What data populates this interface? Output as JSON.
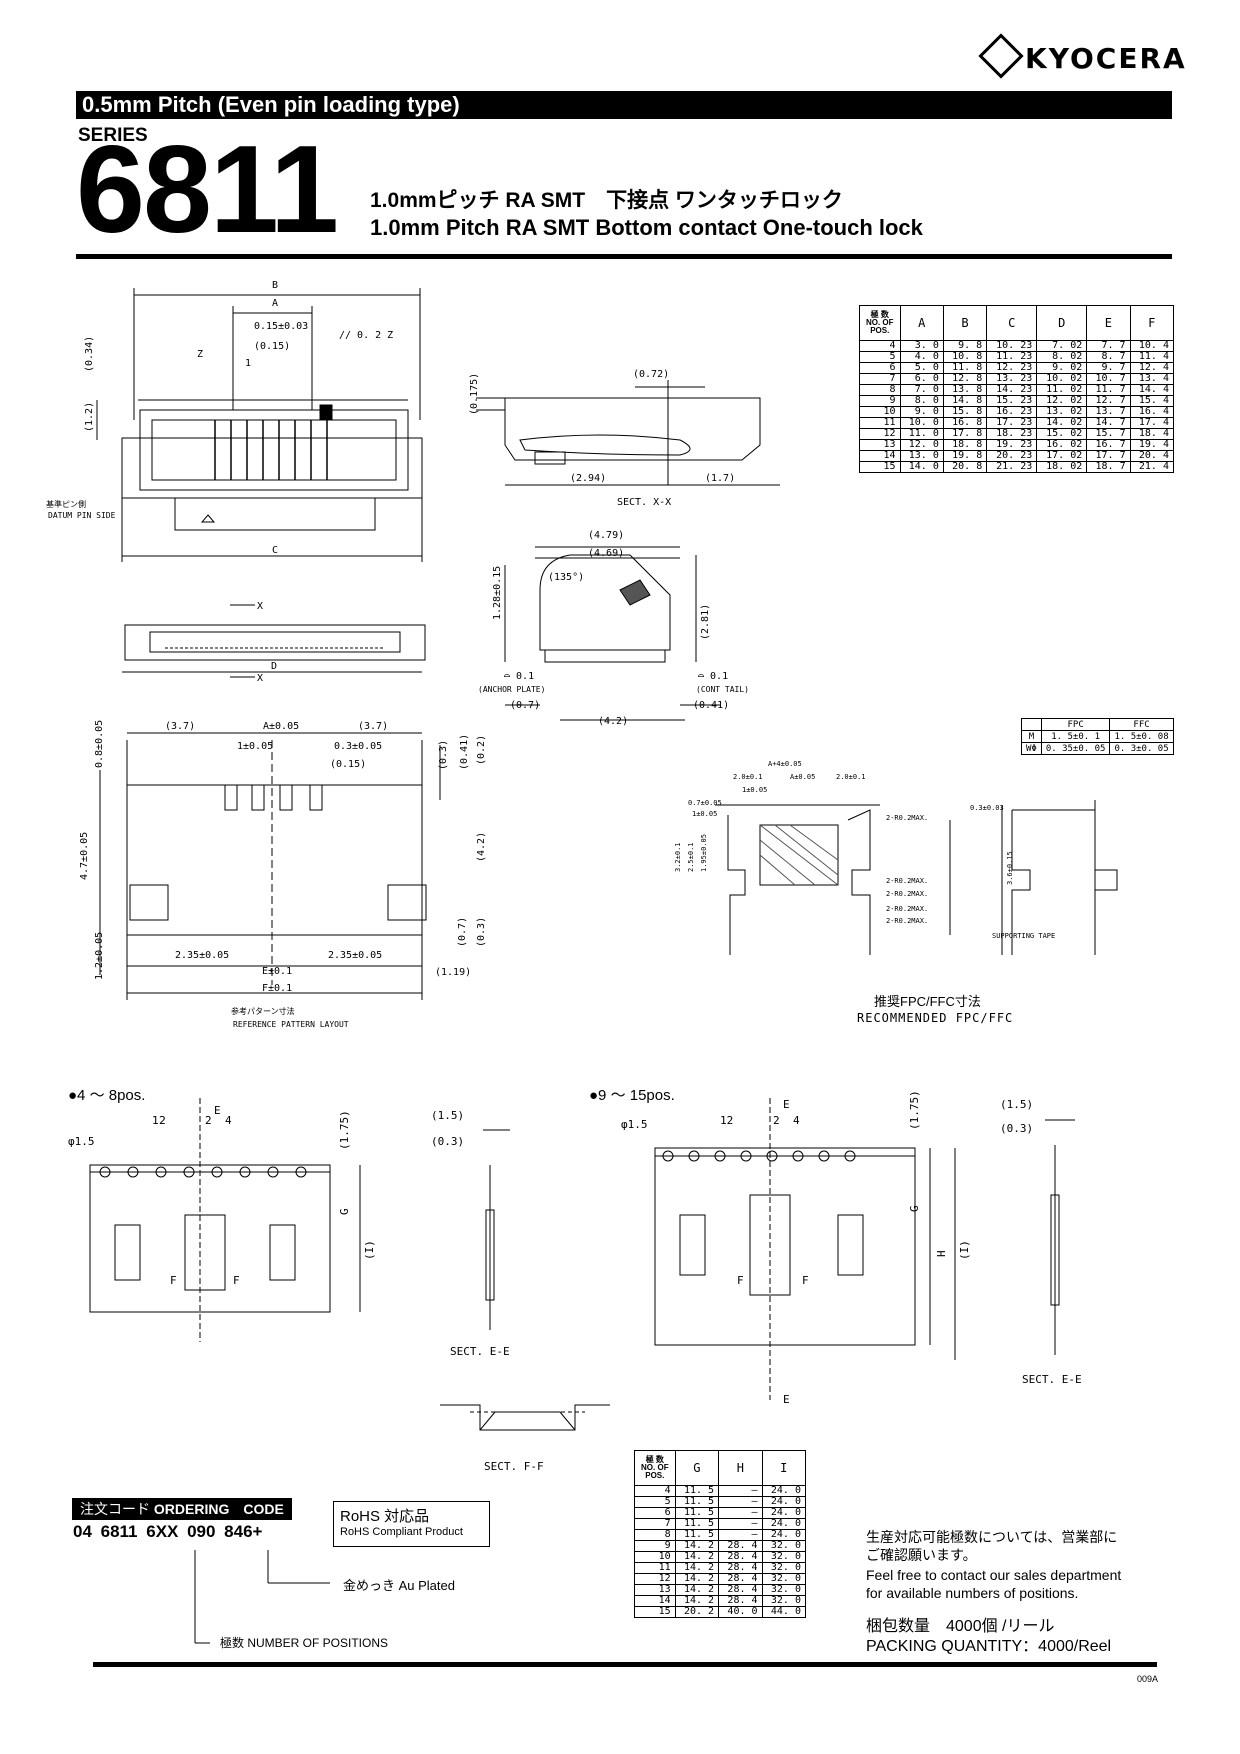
{
  "header": {
    "brand": "KYOCERA",
    "title_bar": "0.5mm Pitch (Even pin loading type)",
    "series_label": "SERIES",
    "series_number": "6811",
    "subtitle_jp": "1.0mmピッチ RA SMT　下接点 ワンタッチロック",
    "subtitle_en": "1.0mm Pitch RA SMT Bottom contact One-touch lock"
  },
  "dim_table": {
    "pos_header": [
      "極 数",
      "NO. OF",
      "POS."
    ],
    "columns": [
      "A",
      "B",
      "C",
      "D",
      "E",
      "F"
    ],
    "rows": [
      [
        "4",
        "3. 0",
        "9. 8",
        "10. 23",
        "7. 02",
        "7. 7",
        "10. 4"
      ],
      [
        "5",
        "4. 0",
        "10. 8",
        "11. 23",
        "8. 02",
        "8. 7",
        "11. 4"
      ],
      [
        "6",
        "5. 0",
        "11. 8",
        "12. 23",
        "9. 02",
        "9. 7",
        "12. 4"
      ],
      [
        "7",
        "6. 0",
        "12. 8",
        "13. 23",
        "10. 02",
        "10. 7",
        "13. 4"
      ],
      [
        "8",
        "7. 0",
        "13. 8",
        "14. 23",
        "11. 02",
        "11. 7",
        "14. 4"
      ],
      [
        "9",
        "8. 0",
        "14. 8",
        "15. 23",
        "12. 02",
        "12. 7",
        "15. 4"
      ],
      [
        "10",
        "9. 0",
        "15. 8",
        "16. 23",
        "13. 02",
        "13. 7",
        "16. 4"
      ],
      [
        "11",
        "10. 0",
        "16. 8",
        "17. 23",
        "14. 02",
        "14. 7",
        "17. 4"
      ],
      [
        "12",
        "11. 0",
        "17. 8",
        "18. 23",
        "15. 02",
        "15. 7",
        "18. 4"
      ],
      [
        "13",
        "12. 0",
        "18. 8",
        "19. 23",
        "16. 02",
        "16. 7",
        "19. 4"
      ],
      [
        "14",
        "13. 0",
        "19. 8",
        "20. 23",
        "17. 02",
        "17. 7",
        "20. 4"
      ],
      [
        "15",
        "14. 0",
        "20. 8",
        "21. 23",
        "18. 02",
        "18. 7",
        "21. 4"
      ]
    ]
  },
  "fpc_table": {
    "columns": [
      "",
      "FPC",
      "FFC"
    ],
    "rows": [
      [
        "M",
        "1. 5±0. 1",
        "1. 5±0. 08"
      ],
      [
        "WΦ",
        "0. 35±0. 05",
        "0. 3±0. 05"
      ]
    ]
  },
  "ghi_table": {
    "pos_header": [
      "極 数",
      "NO. OF",
      "POS."
    ],
    "columns": [
      "G",
      "H",
      "I"
    ],
    "rows": [
      [
        "4",
        "11. 5",
        "—",
        "24. 0"
      ],
      [
        "5",
        "11. 5",
        "—",
        "24. 0"
      ],
      [
        "6",
        "11. 5",
        "—",
        "24. 0"
      ],
      [
        "7",
        "11. 5",
        "—",
        "24. 0"
      ],
      [
        "8",
        "11. 5",
        "—",
        "24. 0"
      ],
      [
        "9",
        "14. 2",
        "28. 4",
        "32. 0"
      ],
      [
        "10",
        "14. 2",
        "28. 4",
        "32. 0"
      ],
      [
        "11",
        "14. 2",
        "28. 4",
        "32. 0"
      ],
      [
        "12",
        "14. 2",
        "28. 4",
        "32. 0"
      ],
      [
        "13",
        "14. 2",
        "28. 4",
        "32. 0"
      ],
      [
        "14",
        "14. 2",
        "28. 4",
        "32. 0"
      ],
      [
        "15",
        "20. 2",
        "40. 0",
        "44. 0"
      ]
    ]
  },
  "drawing_labels": {
    "B": "B",
    "A": "A",
    "C": "C",
    "D": "D",
    "tol_015": "0.15±0.03",
    "p015": "(0.15)",
    "one": "1",
    "zref": "Z",
    "flat": "// 0. 2 Z",
    "p034": "(0.34)",
    "p12": "(1.2)",
    "datum_jp": "基準ピン側",
    "datum_en": "DATUM PIN SIDE",
    "p0175": "(0.175)",
    "p072": "(0.72)",
    "p294": "(2.94)",
    "p17": "(1.7)",
    "sectxx": "SECT. X-X",
    "p479": "(4.79)",
    "p469": "(4.69)",
    "ang135": "(135°)",
    "d128": "1.28±0.15",
    "p281": "(2.81)",
    "g01a": "⌓ 0.1",
    "g01b": "⌓ 0.1",
    "anchor": "(ANCHOR PLATE)",
    "cont": "(CONT TAIL)",
    "p07": "(0.7)",
    "p42": "(4.2)",
    "p041": "(0.41)",
    "x_mark": "X",
    "p37a": "(3.7)",
    "p37b": "(3.7)",
    "a005": "A±0.05",
    "one005": "1±0.05",
    "p3005": "0.3±0.05",
    "p015b": "(0.15)",
    "d08": "0.8±0.05",
    "d47": "4.7±0.05",
    "d12": "1.2±0.05",
    "d235a": "2.35±0.05",
    "d235b": "2.35±0.05",
    "e01": "E±0.1",
    "f01": "F±0.1",
    "p03a": "(0.3)",
    "p041b": "(0.41)",
    "p02": "(0.2)",
    "p42b": "(4.2)",
    "p07b": "(0.7)",
    "p03b": "(0.3)",
    "p119": "(1.19)",
    "ref_jp": "参考パターン寸法",
    "ref_en": "REFERENCE PATTERN LAYOUT",
    "fpc_a": "A+4±0.05",
    "fpc_20a": "2.0±0.1",
    "fpc_a005": "A±0.05",
    "fpc_20b": "2.0±0.1",
    "fpc_1": "1±0.05",
    "fpc_07": "0.7±0.05",
    "fpc_105": "1±0.05",
    "fpc_32": "3.2±0.1",
    "fpc_25": "2.5±0.1",
    "fpc_195": "1.95±0.05",
    "r02a": "2-R0.2MAX.",
    "r02b": "2-R0.2MAX.",
    "r02c": "2-R0.2MAX.",
    "r02d": "2-R0.2MAX.",
    "r02e": "2-R0.2MAX.",
    "p03c": "0.3±0.03",
    "p36": "3.6±0.15",
    "supp": "SUPPORTING TAPE",
    "rec_jp": "推奨FPC/FFC寸法",
    "rec_en": "RECOMMENDED FPC/FFC",
    "pos_a": "●4 ～ 8pos.",
    "pos_b": "●9 ～ 15pos.",
    "e_lbl": "E",
    "f_lbl": "F",
    "phi": "φ1.5",
    "twelve": "12",
    "two": "2",
    "four": "4",
    "p175": "(1.75)",
    "g_lbl": "G",
    "i_lbl": "(I)",
    "h_lbl": "H",
    "p15": "(1.5)",
    "p03d": "(0.3)",
    "sectee": "SECT. E-E",
    "sectff": "SECT. F-F"
  },
  "ordering": {
    "header_jp": "注文コード",
    "header_en": "ORDERING　CODE",
    "code": "04  6811  6XX  090  846+",
    "rohs_title": "RoHS 対応品",
    "rohs_sub": "RoHS Compliant Product",
    "au_plated": "金めっき  Au Plated",
    "num_pos": "極数  NUMBER  OF  POSITIONS"
  },
  "notes": {
    "jp_1": "生産対応可能極数については、営業部に",
    "jp_2": "ご確認願います。",
    "en_1": "Feel  free  to  contact  our sales department",
    "en_2": "for available numbers of positions.",
    "pack_jp": "梱包数量　4000個 /リール",
    "pack_en": "PACKING QUANTITY：4000/Reel"
  },
  "footer_code": "009A"
}
